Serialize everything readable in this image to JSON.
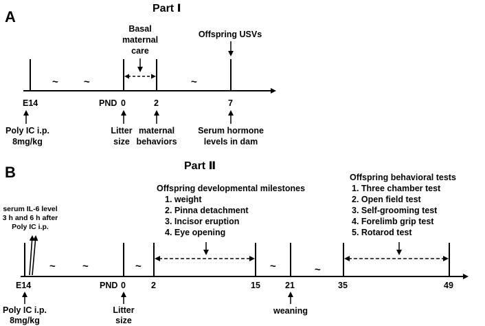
{
  "part1": {
    "panel_letter": "A",
    "title": "Part Ⅰ",
    "ticks": {
      "e14": "E14",
      "pnd": "PND",
      "pnd0": "0",
      "pnd2": "2",
      "pnd7": "7"
    },
    "tilde": "~",
    "top_labels": {
      "basal": [
        "Basal",
        "maternal",
        "care"
      ],
      "usv": "Offspring USVs"
    },
    "bottom_labels": {
      "polyic": [
        "Poly IC i.p.",
        "8mg/kg"
      ],
      "litter": [
        "Litter",
        "size"
      ],
      "maternal": [
        "maternal",
        "behaviors"
      ],
      "serum": [
        "Serum hormone",
        "levels in dam"
      ]
    }
  },
  "part2": {
    "panel_letter": "B",
    "title": "Part Ⅱ",
    "ticks": {
      "e14": "E14",
      "pnd": "PND",
      "pnd0": "0",
      "pnd2": "2",
      "pnd15": "15",
      "pnd21": "21",
      "pnd35": "35",
      "pnd49": "49"
    },
    "tilde": "~",
    "serum_note": [
      "serum IL-6 level",
      "3 h and 6 h after",
      "Poly IC i.p."
    ],
    "milestones": {
      "title": "Offspring developmental milestones",
      "items": [
        "1. weight",
        "2. Pinna detachment",
        "3. Incisor eruption",
        "4. Eye opening"
      ]
    },
    "behavior": {
      "title": "Offspring behavioral tests",
      "items": [
        "1. Three chamber test",
        "2. Open field test",
        "3. Self-grooming test",
        "4. Forelimb grip test",
        "5. Rotarod test"
      ]
    },
    "bottom_labels": {
      "polyic": [
        "Poly IC i.p.",
        "8mg/kg"
      ],
      "litter": [
        "Litter",
        "size"
      ],
      "weaning": "weaning"
    }
  }
}
